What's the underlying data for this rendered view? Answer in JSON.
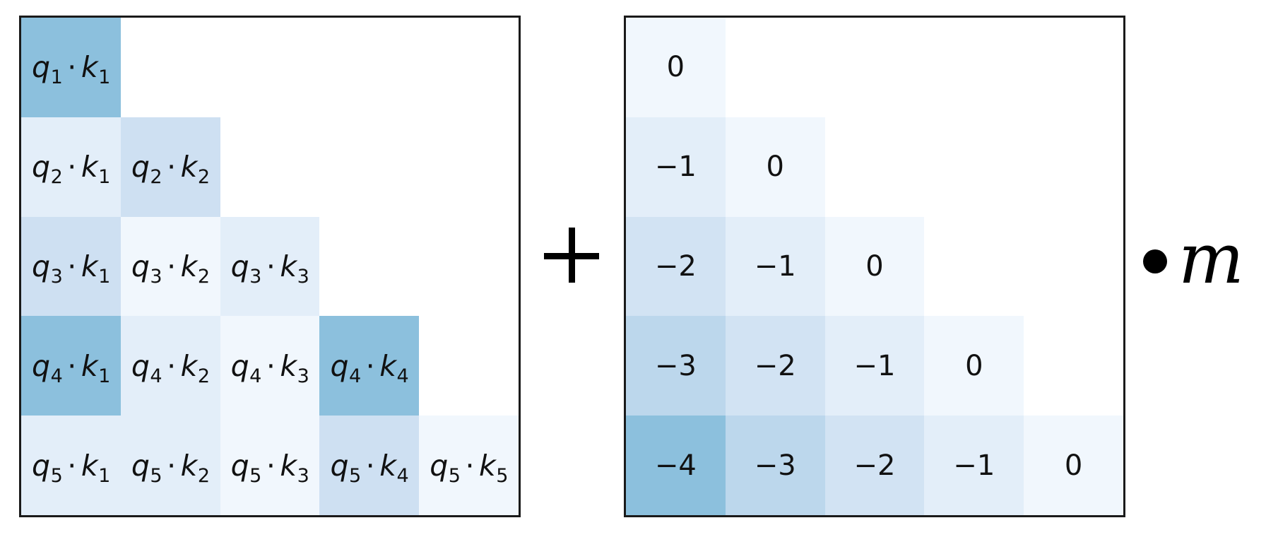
{
  "chart_data": [
    {
      "type": "heatmap",
      "name": "attention-scores",
      "colormap": "Blues",
      "rows": 5,
      "cols": 5,
      "cells": [
        {
          "row": 0,
          "col": 0,
          "q": "q",
          "qi": "1",
          "k": "k",
          "ki": "1",
          "intensity": 0.42
        },
        {
          "row": 1,
          "col": 0,
          "q": "q",
          "qi": "2",
          "k": "k",
          "ki": "1",
          "intensity": 0.1
        },
        {
          "row": 1,
          "col": 1,
          "q": "q",
          "qi": "2",
          "k": "k",
          "ki": "2",
          "intensity": 0.21
        },
        {
          "row": 2,
          "col": 0,
          "q": "q",
          "qi": "3",
          "k": "k",
          "ki": "1",
          "intensity": 0.21
        },
        {
          "row": 2,
          "col": 1,
          "q": "q",
          "qi": "3",
          "k": "k",
          "ki": "2",
          "intensity": 0.03
        },
        {
          "row": 2,
          "col": 2,
          "q": "q",
          "qi": "3",
          "k": "k",
          "ki": "3",
          "intensity": 0.1
        },
        {
          "row": 3,
          "col": 0,
          "q": "q",
          "qi": "4",
          "k": "k",
          "ki": "1",
          "intensity": 0.42
        },
        {
          "row": 3,
          "col": 1,
          "q": "q",
          "qi": "4",
          "k": "k",
          "ki": "2",
          "intensity": 0.1
        },
        {
          "row": 3,
          "col": 2,
          "q": "q",
          "qi": "4",
          "k": "k",
          "ki": "3",
          "intensity": 0.03
        },
        {
          "row": 3,
          "col": 3,
          "q": "q",
          "qi": "4",
          "k": "k",
          "ki": "4",
          "intensity": 0.42
        },
        {
          "row": 4,
          "col": 0,
          "q": "q",
          "qi": "5",
          "k": "k",
          "ki": "1",
          "intensity": 0.1
        },
        {
          "row": 4,
          "col": 1,
          "q": "q",
          "qi": "5",
          "k": "k",
          "ki": "2",
          "intensity": 0.1
        },
        {
          "row": 4,
          "col": 2,
          "q": "q",
          "qi": "5",
          "k": "k",
          "ki": "3",
          "intensity": 0.03
        },
        {
          "row": 4,
          "col": 3,
          "q": "q",
          "qi": "5",
          "k": "k",
          "ki": "4",
          "intensity": 0.21
        },
        {
          "row": 4,
          "col": 4,
          "q": "q",
          "qi": "5",
          "k": "k",
          "ki": "5",
          "intensity": 0.03
        }
      ]
    },
    {
      "type": "heatmap",
      "name": "linear-bias",
      "colormap": "Blues",
      "rows": 5,
      "cols": 5,
      "cells": [
        {
          "row": 0,
          "col": 0,
          "label": "0",
          "value": 0,
          "intensity": 0.03
        },
        {
          "row": 1,
          "col": 0,
          "label": "−1",
          "value": -1,
          "intensity": 0.1
        },
        {
          "row": 1,
          "col": 1,
          "label": "0",
          "value": 0,
          "intensity": 0.03
        },
        {
          "row": 2,
          "col": 0,
          "label": "−2",
          "value": -2,
          "intensity": 0.19
        },
        {
          "row": 2,
          "col": 1,
          "label": "−1",
          "value": -1,
          "intensity": 0.1
        },
        {
          "row": 2,
          "col": 2,
          "label": "0",
          "value": 0,
          "intensity": 0.03
        },
        {
          "row": 3,
          "col": 0,
          "label": "−3",
          "value": -3,
          "intensity": 0.28
        },
        {
          "row": 3,
          "col": 1,
          "label": "−2",
          "value": -2,
          "intensity": 0.19
        },
        {
          "row": 3,
          "col": 2,
          "label": "−1",
          "value": -1,
          "intensity": 0.1
        },
        {
          "row": 3,
          "col": 3,
          "label": "0",
          "value": 0,
          "intensity": 0.03
        },
        {
          "row": 4,
          "col": 0,
          "label": "−4",
          "value": -4,
          "intensity": 0.42
        },
        {
          "row": 4,
          "col": 1,
          "label": "−3",
          "value": -3,
          "intensity": 0.28
        },
        {
          "row": 4,
          "col": 2,
          "label": "−2",
          "value": -2,
          "intensity": 0.19
        },
        {
          "row": 4,
          "col": 3,
          "label": "−1",
          "value": -1,
          "intensity": 0.1
        },
        {
          "row": 4,
          "col": 4,
          "label": "0",
          "value": 0,
          "intensity": 0.03
        }
      ]
    }
  ],
  "operator": "+",
  "scale": {
    "bullet": "•",
    "symbol": "m"
  },
  "colors": {
    "empty": "#ffffff",
    "blues_low": "#f7fbff",
    "blues_high": "#08306b",
    "border": "#1a1a1a"
  }
}
